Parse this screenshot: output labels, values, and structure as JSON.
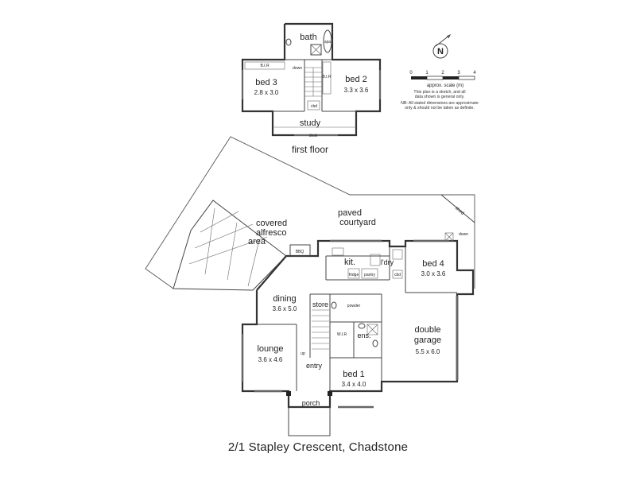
{
  "first_floor": {
    "label": "first floor",
    "rooms": {
      "bath": {
        "name": "bath"
      },
      "bed3": {
        "name": "bed 3",
        "dims": "2.8 x 3.0"
      },
      "bed2": {
        "name": "bed 2",
        "dims": "3.3 x 3.6"
      },
      "study": {
        "name": "study"
      }
    },
    "fixtures": {
      "spa": "spa",
      "down": "down",
      "robe1": "B.I.R",
      "robe2": "B.I.R",
      "cupboard": "cbd",
      "desk": "desk"
    }
  },
  "ground_floor": {
    "rooms": {
      "alfresco": {
        "name_lines": [
          "covered",
          "alfresco",
          "area"
        ]
      },
      "courtyard": {
        "name_lines": [
          "paved",
          "courtyard"
        ]
      },
      "shed": {
        "name": "shed"
      },
      "kitchen": {
        "name": "kit."
      },
      "laundry": {
        "name": "l'dry"
      },
      "bed4": {
        "name": "bed 4",
        "dims": "3.0 x 3.6"
      },
      "dining": {
        "name": "dining",
        "dims": "3.6 x 5.0"
      },
      "store": {
        "name": "store"
      },
      "ensuite": {
        "name": "ens."
      },
      "garage": {
        "name_lines": [
          "double",
          "garage"
        ],
        "dims": "5.5 x 6.0"
      },
      "lounge": {
        "name": "lounge",
        "dims": "3.6 x 4.6"
      },
      "entry": {
        "name": "entry"
      },
      "bed1": {
        "name": "bed 1",
        "dims": "3.4 x 4.0"
      },
      "porch": {
        "name": "porch"
      }
    },
    "fixtures": {
      "bbq": "BBQ",
      "fridge": "fridge",
      "pantry": "pantry",
      "powder": "powder",
      "garage_down": "down",
      "robe": "W.I.R",
      "cbd": "cbd",
      "up": "up"
    }
  },
  "scale": {
    "ticks": [
      "0",
      "1",
      "2",
      "3",
      "4"
    ],
    "label": "approx. scale (m)",
    "note_lines": [
      "This plan is a sketch, and all",
      "data shown is general only.",
      "NB: All stated dimensions are approximate",
      "only & should not be taken as definite."
    ]
  },
  "compass": {
    "letter": "N"
  },
  "address": "2/1 Stapley Crescent, Chadstone"
}
